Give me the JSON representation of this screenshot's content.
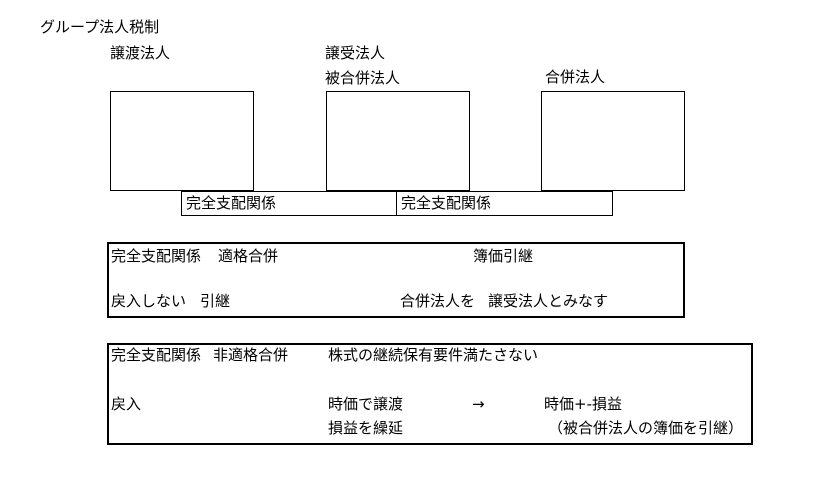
{
  "title": "グループ法人税制",
  "diagram": {
    "box_labels": {
      "transferor": "譲渡法人",
      "transferee": "譲受法人",
      "merged": "被合併法人",
      "merging": "合併法人"
    },
    "relations": {
      "left": "完全支配関係",
      "right": "完全支配関係"
    }
  },
  "qualified_box": {
    "relation": "完全支配関係",
    "merger_type": "適格合併",
    "book_value": "簿価引継",
    "no_reversal": "戻入しない",
    "carryover": "引継",
    "merging_corp": "合併法人を",
    "deemed_transferee": "譲受法人とみなす"
  },
  "nonqualified_box": {
    "relation": "完全支配関係",
    "merger_type": "非適格合併",
    "condition": "株式の継続保有要件満たさない",
    "reversal": "戻入",
    "fair_value_transfer": "時価で譲渡",
    "arrow": "→",
    "fair_value_result": "時価+-損益",
    "deferral": "損益を繰延",
    "note": "（被合併法人の簿価を引継）"
  },
  "colors": {
    "text": "#000000",
    "border": "#000000",
    "background": "#ffffff"
  }
}
